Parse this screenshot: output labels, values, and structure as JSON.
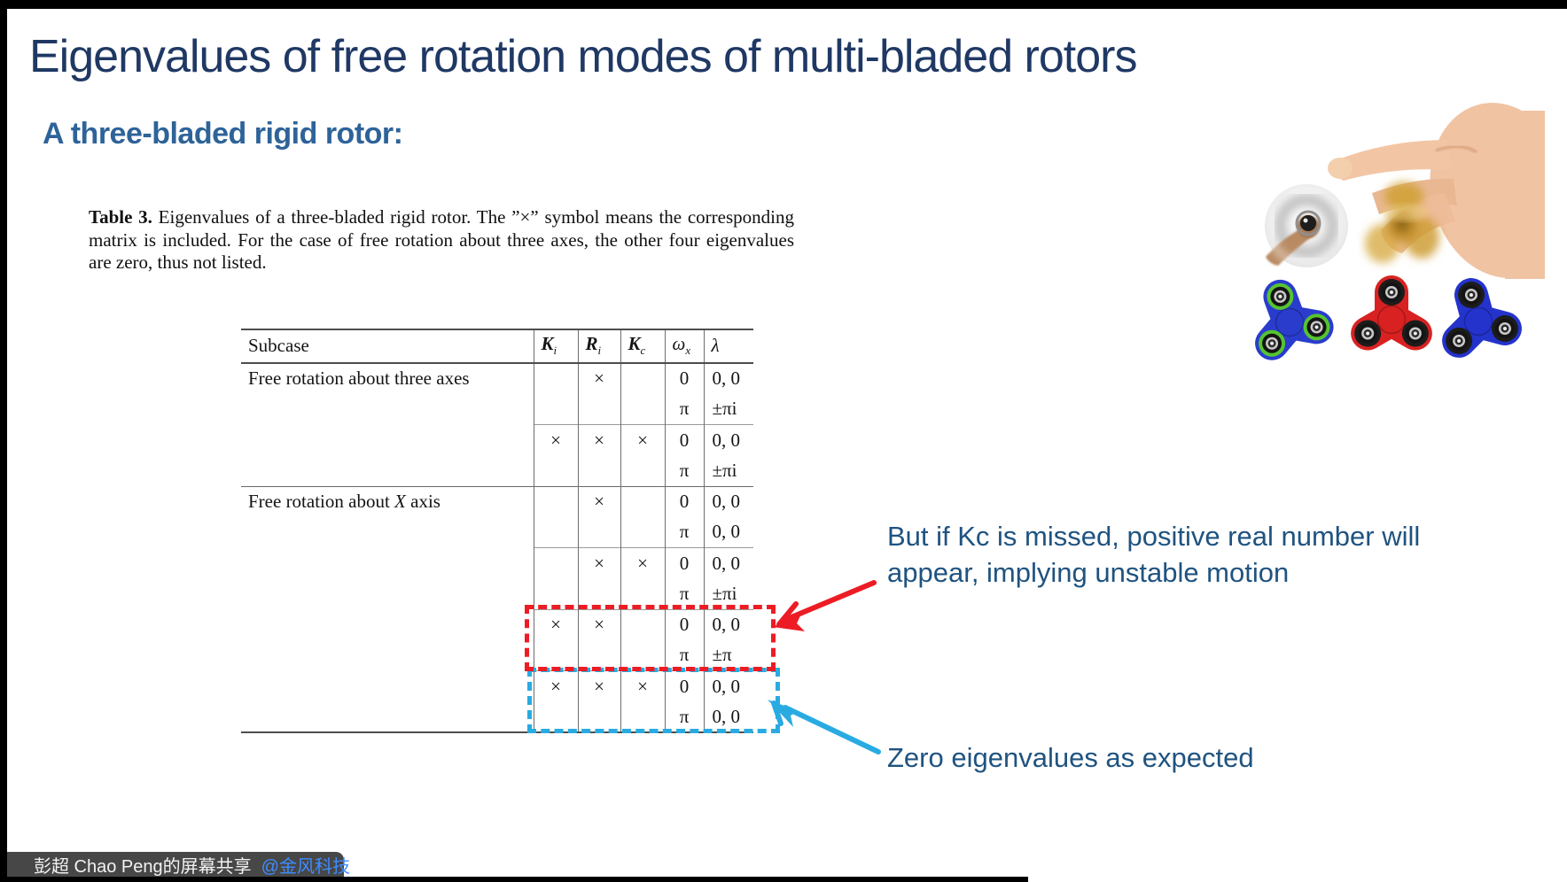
{
  "colors": {
    "title": "#1f3864",
    "subtitle": "#2e6399",
    "note_text": "#1f5380",
    "red": "#ed1c24",
    "cyan": "#29abe2",
    "share_bar_bg": "#474747",
    "share_text": "#f2f2f2",
    "share_mention": "#3f8cff"
  },
  "slide": {
    "title": "Eigenvalues of free rotation modes of multi-bladed rotors",
    "subtitle": "A three-bladed rigid rotor:",
    "caption": {
      "label": "Table 3.",
      "text": " Eigenvalues of a three-bladed rigid rotor. The ”×” symbol means the corresponding matrix is included. For the case of free rotation about three axes, the other four eigenvalues are zero, thus not listed."
    },
    "notes": {
      "red_note_lines": [
        "But if Kc is missed, positive real number will",
        "appear, implying unstable motion"
      ],
      "blue_note": "Zero eigenvalues as expected"
    }
  },
  "table": {
    "headers": [
      {
        "text": "Subcase"
      },
      {
        "base": "K",
        "sub": "i",
        "bold": true,
        "italic": true
      },
      {
        "base": "R",
        "sub": "i",
        "bold": true,
        "italic": true
      },
      {
        "base": "K",
        "sub": "c",
        "bold": true,
        "italic": true
      },
      {
        "base": "ω",
        "sub": "x",
        "italic": true
      },
      {
        "base": "λ",
        "italic": true
      }
    ],
    "rows": [
      {
        "subcase": "Free rotation about three axes",
        "ki": "",
        "ri": "×",
        "kc": "",
        "wx": "0",
        "lambda": "0, 0",
        "rule": "none"
      },
      {
        "subcase": "",
        "ki": "",
        "ri": "",
        "kc": "",
        "wx": "π",
        "lambda": "±πi",
        "rule": "none"
      },
      {
        "subcase": "",
        "ki": "×",
        "ri": "×",
        "kc": "×",
        "wx": "0",
        "lambda": "0, 0",
        "rule": "light"
      },
      {
        "subcase": "",
        "ki": "",
        "ri": "",
        "kc": "",
        "wx": "π",
        "lambda": "±πi",
        "rule": "none"
      },
      {
        "subcase_pre": "Free rotation about ",
        "subcase_var": "X",
        "subcase_post": " axis",
        "ki": "",
        "ri": "×",
        "kc": "",
        "wx": "0",
        "lambda": "0, 0",
        "rule": "group"
      },
      {
        "subcase": "",
        "ki": "",
        "ri": "",
        "kc": "",
        "wx": "π",
        "lambda": "0, 0",
        "rule": "none"
      },
      {
        "subcase": "",
        "ki": "",
        "ri": "×",
        "kc": "×",
        "wx": "0",
        "lambda": "0, 0",
        "rule": "light"
      },
      {
        "subcase": "",
        "ki": "",
        "ri": "",
        "kc": "",
        "wx": "π",
        "lambda": "±πi",
        "rule": "none"
      },
      {
        "subcase": "",
        "ki": "×",
        "ri": "×",
        "kc": "",
        "wx": "0",
        "lambda": "0, 0",
        "rule": "light"
      },
      {
        "subcase": "",
        "ki": "",
        "ri": "",
        "kc": "",
        "wx": "π",
        "lambda": "±π",
        "rule": "none"
      },
      {
        "subcase": "",
        "ki": "×",
        "ri": "×",
        "kc": "×",
        "wx": "0",
        "lambda": "0, 0",
        "rule": "light"
      },
      {
        "subcase": "",
        "ki": "",
        "ri": "",
        "kc": "",
        "wx": "π",
        "lambda": "0, 0",
        "rule": "none"
      }
    ]
  },
  "images": {
    "hand_photo": "hand-spinning-gold-fidget-spinner",
    "inset_photo": "finger-pressing-spinning-fidget-spinner",
    "spinners": [
      {
        "body": "#2a3ccc",
        "ring": "#55c431"
      },
      {
        "body": "#d92121",
        "ring": "#1c1c1c"
      },
      {
        "body": "#2433cc",
        "ring": "#1c1c1c"
      }
    ]
  },
  "share_bar": {
    "name_text": "彭超 Chao Peng的屏幕共享",
    "mention": "@金风科技"
  }
}
